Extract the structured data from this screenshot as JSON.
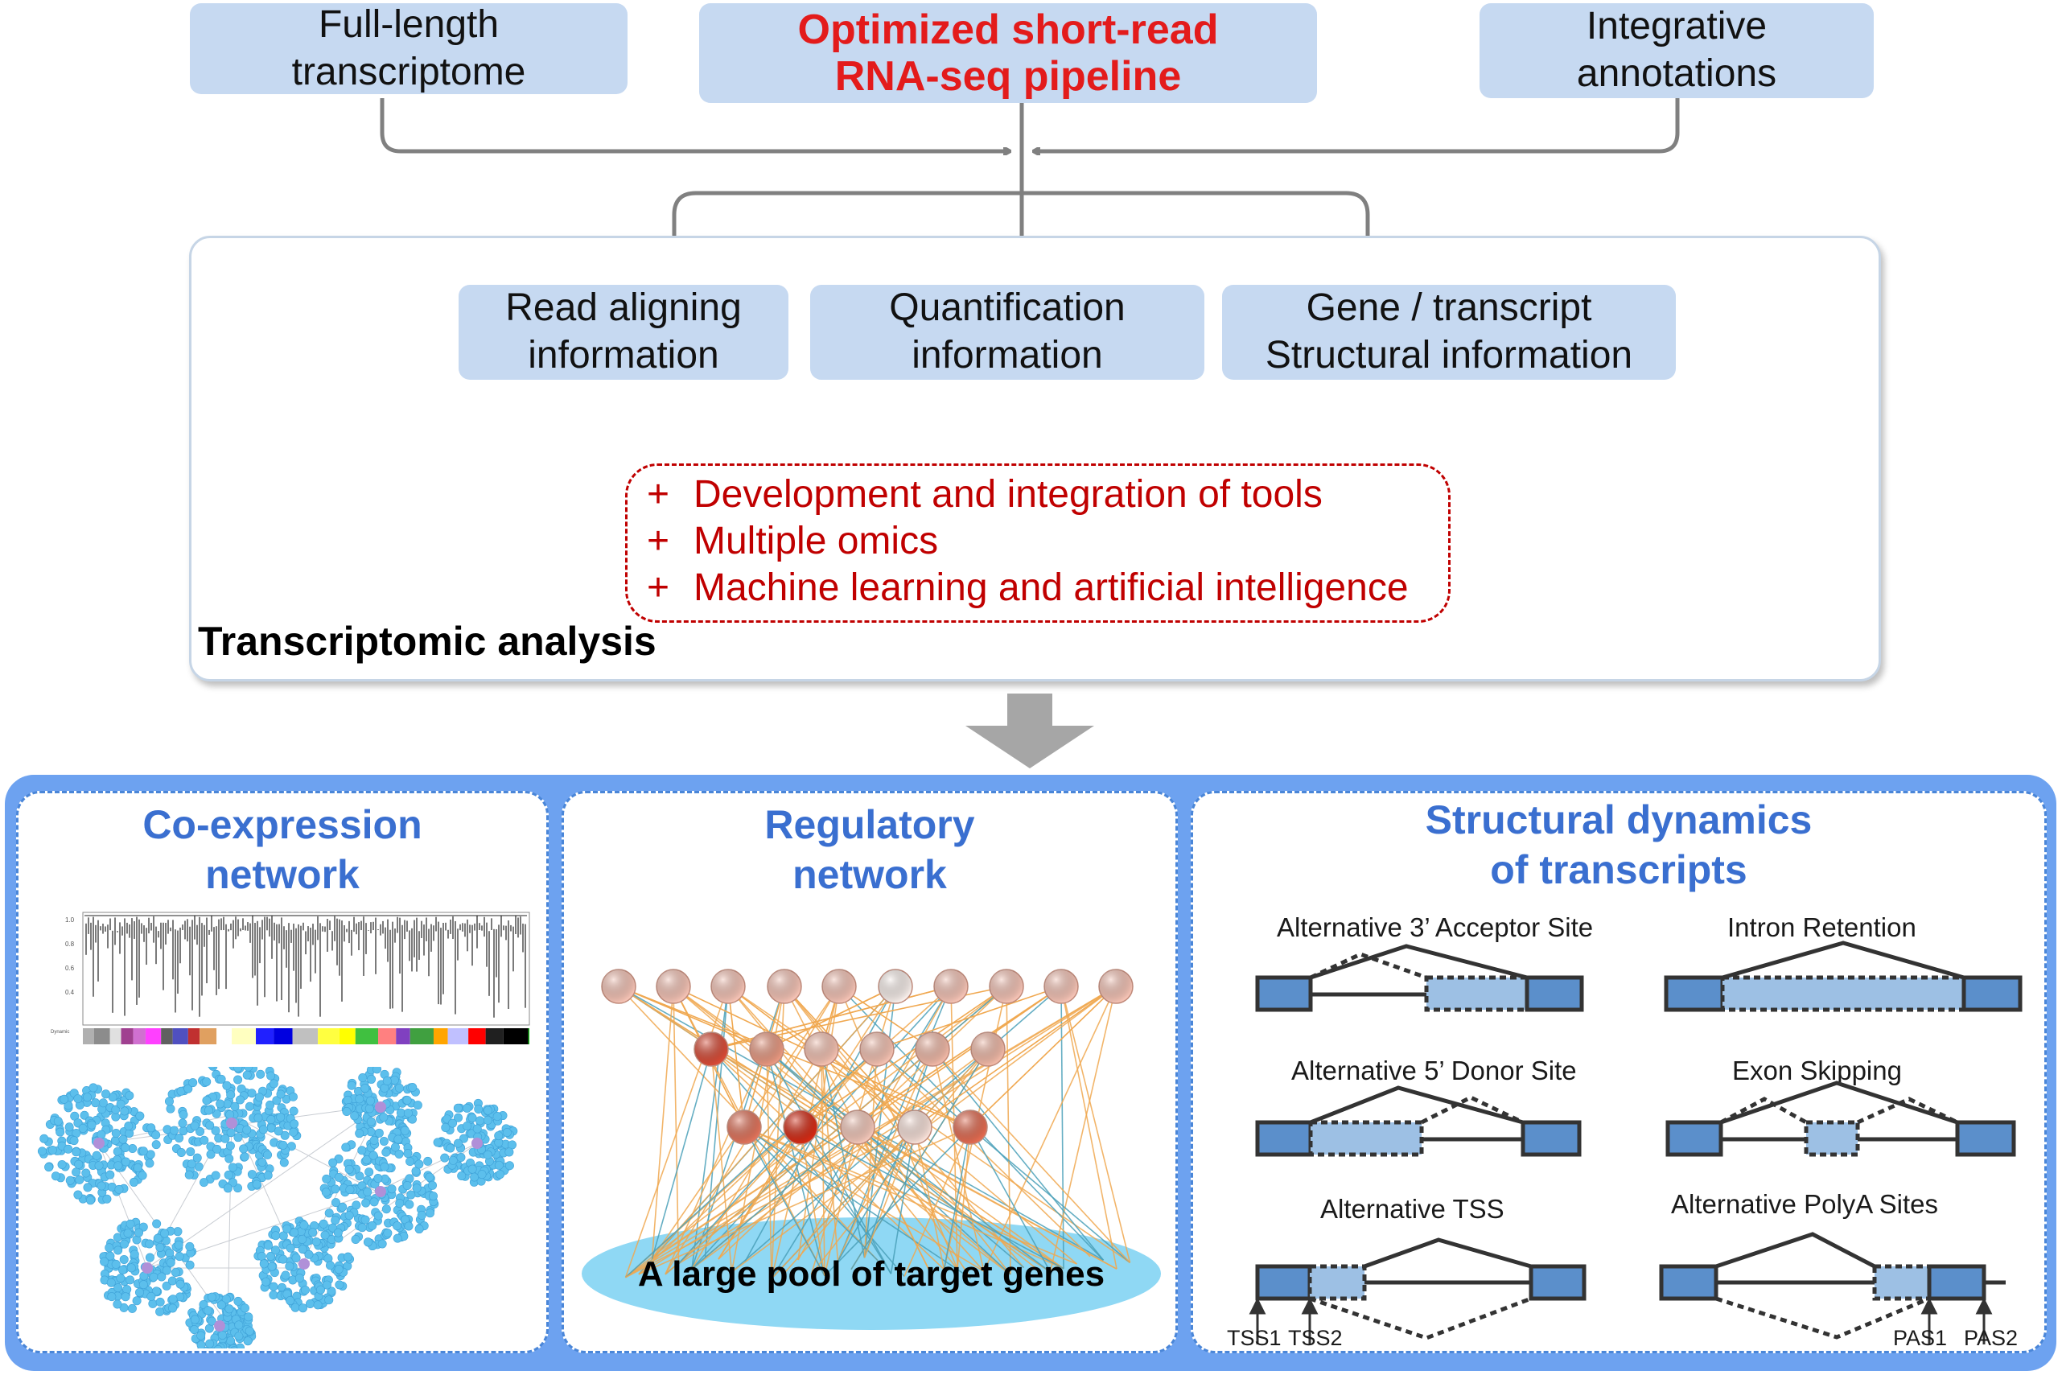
{
  "inputs": {
    "left": "Full-length\ntranscriptome",
    "center": "Optimized short-read\nRNA-seq pipeline",
    "right": "Integrative\nannotations"
  },
  "info_boxes": {
    "aligning": "Read aligning\ninformation",
    "quant": "Quantification\ninformation",
    "structural": "Gene / transcript\nStructural information"
  },
  "enhancements": [
    "Development and integration of tools",
    "Multiple omics",
    "Machine learning and artificial intelligence"
  ],
  "plus_symbol": "+",
  "analysis_label": "Transcriptomic analysis",
  "panels": {
    "coexpression": "Co-expression\nnetwork",
    "regulatory": "Regulatory\nnetwork",
    "structural": "Structural dynamics\nof transcripts"
  },
  "regulatory_pool": "A large pool of target genes",
  "events": {
    "acceptor": "Alternative 3’ Acceptor Site",
    "intron": "Intron Retention",
    "donor": "Alternative 5’ Donor Site",
    "skipping": "Exon Skipping",
    "tss": "Alternative TSS",
    "polya": "Alternative PolyA Sites"
  },
  "site_labels": {
    "tss1": "TSS1",
    "tss2": "TSS2",
    "pas1": "PAS1",
    "pas2": "PAS2"
  },
  "colors": {
    "box_fill": "#c6d9f1",
    "arrow": "#808080",
    "red_text": "#c00000",
    "title_red": "#e31b1b",
    "panel_title": "#3a6fd0",
    "outer_panel": "#6da2f0",
    "exon_dark": "#5b8fcb",
    "exon_light": "#9dc0e4",
    "node_blue": "#5cbfec"
  }
}
